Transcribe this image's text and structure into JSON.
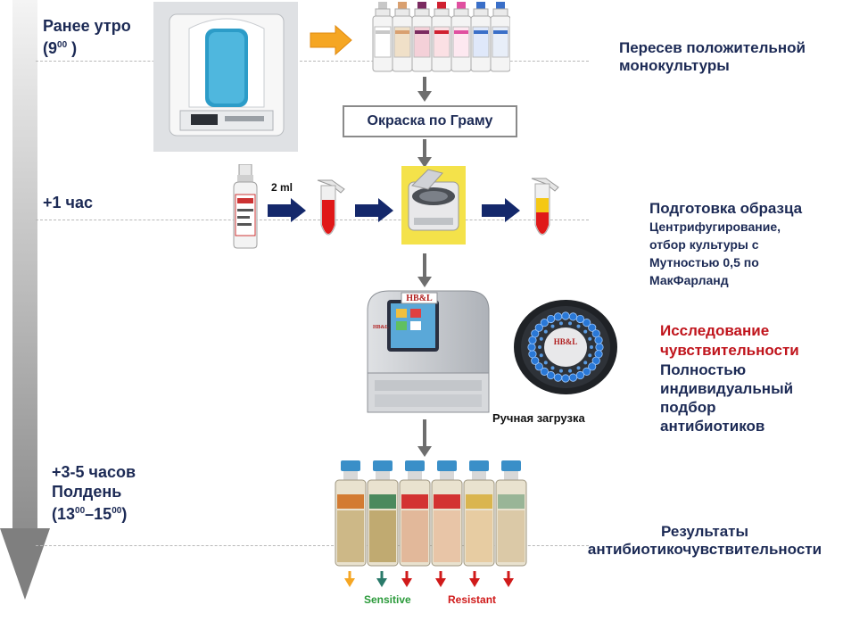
{
  "timeline": {
    "morning": {
      "line1": "Ранее утро",
      "open": "(9",
      "sup": "00",
      "close": " )"
    },
    "plus_hour": "+1 час",
    "noon": {
      "line1": "+3-5 часов",
      "line2": "Полдень",
      "open": "(13",
      "sup1": "00",
      "dash": "–15",
      "sup2": "00",
      "close": ")"
    }
  },
  "steps": {
    "reseed": {
      "line1": "Пересев положительной",
      "line2": "монокультуры"
    },
    "gram": "Окраска по Граму",
    "prep": {
      "title": "Подготовка образца",
      "desc": [
        "Центрифугирование,",
        "отбор культуры с",
        "Мутностью 0,5 по",
        "МакФарланд"
      ]
    },
    "sensitivity": {
      "title1": "Исследование",
      "title2": "чувствительности",
      "desc": [
        "Полностью",
        "индивидуальный",
        "подбор",
        "антибиотиков"
      ]
    },
    "results": {
      "line1": "Результаты",
      "line2": "антибиотикочувствительности"
    }
  },
  "labels": {
    "volume": "2 ml",
    "manual_loading": "Ручная загрузка",
    "sensitive": "Sensitive",
    "resistant": "Resistant",
    "analyzer_brand": "HB&L",
    "analyzer_brand_small": "HB&L",
    "carousel_brand": "HB&L"
  },
  "colors": {
    "title_blue": "#1c2a55",
    "highlight_red": "#c0141c",
    "sensitive_green": "#2a9a3a",
    "resistant_red": "#d01a1a",
    "arrow_orange": "#f5a623",
    "arrow_navy": "#14286b",
    "arrow_grey": "#6e6e6e"
  },
  "icons": [
    "timeline-arrow-icon",
    "orange-arrow-icon",
    "navy-arrow-icon",
    "down-arrow-icon"
  ]
}
